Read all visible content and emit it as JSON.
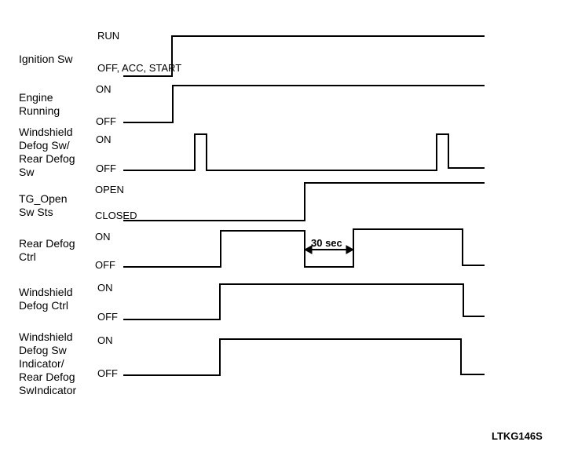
{
  "signals": [
    {
      "key": "ignition",
      "label": [
        "Ignition Sw"
      ],
      "high": "RUN",
      "low": "OFF, ACC, START"
    },
    {
      "key": "engine",
      "label": [
        "Engine",
        "Running"
      ],
      "high": "ON",
      "low": "OFF"
    },
    {
      "key": "defog_sw",
      "label": [
        "Windshield",
        "Defog Sw/",
        "Rear Defog",
        "Sw"
      ],
      "high": "ON",
      "low": "OFF"
    },
    {
      "key": "tg_open",
      "label": [
        "TG_Open",
        "Sw Sts"
      ],
      "high": "OPEN",
      "low": "CLOSED"
    },
    {
      "key": "rear_ctrl",
      "label": [
        "Rear Defog",
        "Ctrl"
      ],
      "high": "ON",
      "low": "OFF"
    },
    {
      "key": "ws_ctrl",
      "label": [
        "Windshield",
        "Defog Ctrl"
      ],
      "high": "ON",
      "low": "OFF"
    },
    {
      "key": "indicator",
      "label": [
        "Windshield",
        "Defog Sw",
        "Indicator/",
        "Rear Defog",
        "SwIndicator"
      ],
      "high": "ON",
      "low": "OFF"
    }
  ],
  "duration_label": "30 sec",
  "figure_code": "LTKG146S"
}
